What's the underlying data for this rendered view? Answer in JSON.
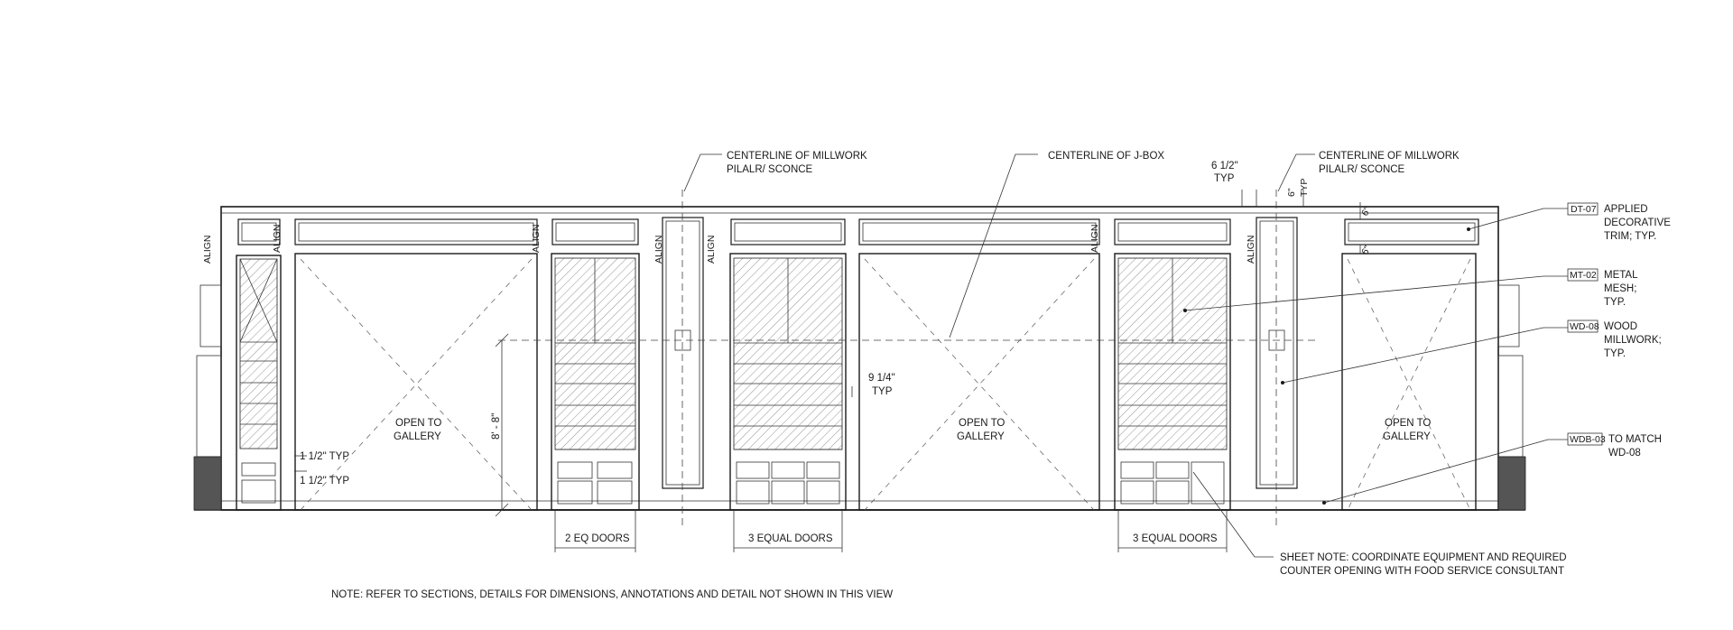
{
  "labels": {
    "cl_millwork_left_1": "CENTERLINE OF MILLWORK",
    "cl_millwork_left_2": "PILALR/ SCONCE",
    "cl_jbox": "CENTERLINE OF J-BOX",
    "cl_millwork_right_1": "CENTERLINE OF MILLWORK",
    "cl_millwork_right_2": "PILALR/ SCONCE",
    "dim_6half": "6 1/2\"",
    "typ": "TYP",
    "dim_6": "6\"",
    "align": "ALIGN",
    "open_to": "OPEN TO",
    "gallery": "GALLERY",
    "dim_8_8": "8' - 8\"",
    "dim_9_1_4": "9 1/4\"",
    "dim_1_1_2_typ": "1 1/2\" TYP",
    "doors_2eq": "2 EQ DOORS",
    "doors_3eq": "3 EQUAL DOORS",
    "sheet_note_1": "SHEET NOTE: COORDINATE EQUIPMENT AND REQUIRED",
    "sheet_note_2": "COUNTER OPENING WITH FOOD SERVICE CONSULTANT",
    "note": "NOTE: REFER TO SECTIONS, DETAILS FOR DIMENSIONS, ANNOTATIONS AND DETAIL NOT SHOWN IN THIS VIEW"
  },
  "keynotes": [
    {
      "tag": "DT-07",
      "lines": [
        "APPLIED",
        "DECORATIVE",
        "TRIM; TYP."
      ]
    },
    {
      "tag": "MT-02",
      "lines": [
        "METAL",
        "MESH;",
        "TYP."
      ]
    },
    {
      "tag": "WD-08",
      "lines": [
        "WOOD",
        "MILLWORK;",
        "TYP."
      ]
    },
    {
      "tag": "WDB-03",
      "lines": [
        "TO MATCH",
        "WD-08"
      ]
    }
  ]
}
